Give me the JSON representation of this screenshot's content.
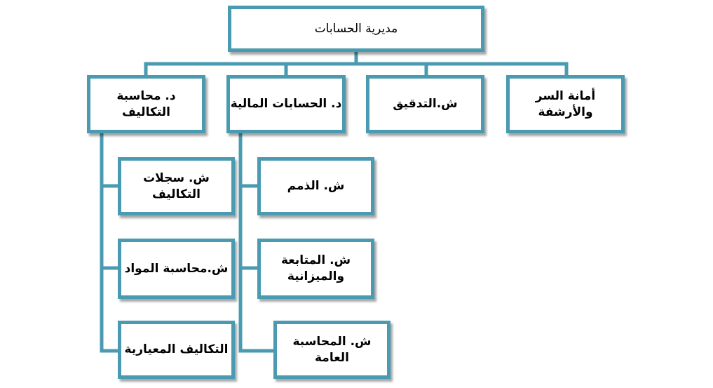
{
  "colors": {
    "border": "#4a9bb1",
    "line": "#4a9bb1",
    "background": "#ffffff",
    "text": "#000000"
  },
  "root": {
    "label": "مديرية الحسابات"
  },
  "departments": [
    {
      "label": "أمانة السر والأرشفة"
    },
    {
      "label": "ش.التدقيق"
    },
    {
      "label": "د. الحسابات المالية"
    },
    {
      "label": "د. محاسبة التكاليف"
    }
  ],
  "financial_sections": [
    {
      "label": "ش. الذمم"
    },
    {
      "label": "ش. المتابعة والميزانية"
    },
    {
      "label": "ش. المحاسبة العامة"
    }
  ],
  "cost_sections": [
    {
      "label": "ش. سجلات التكاليف"
    },
    {
      "label": "ش.محاسبة المواد"
    },
    {
      "label": "التكاليف المعيارية"
    }
  ]
}
